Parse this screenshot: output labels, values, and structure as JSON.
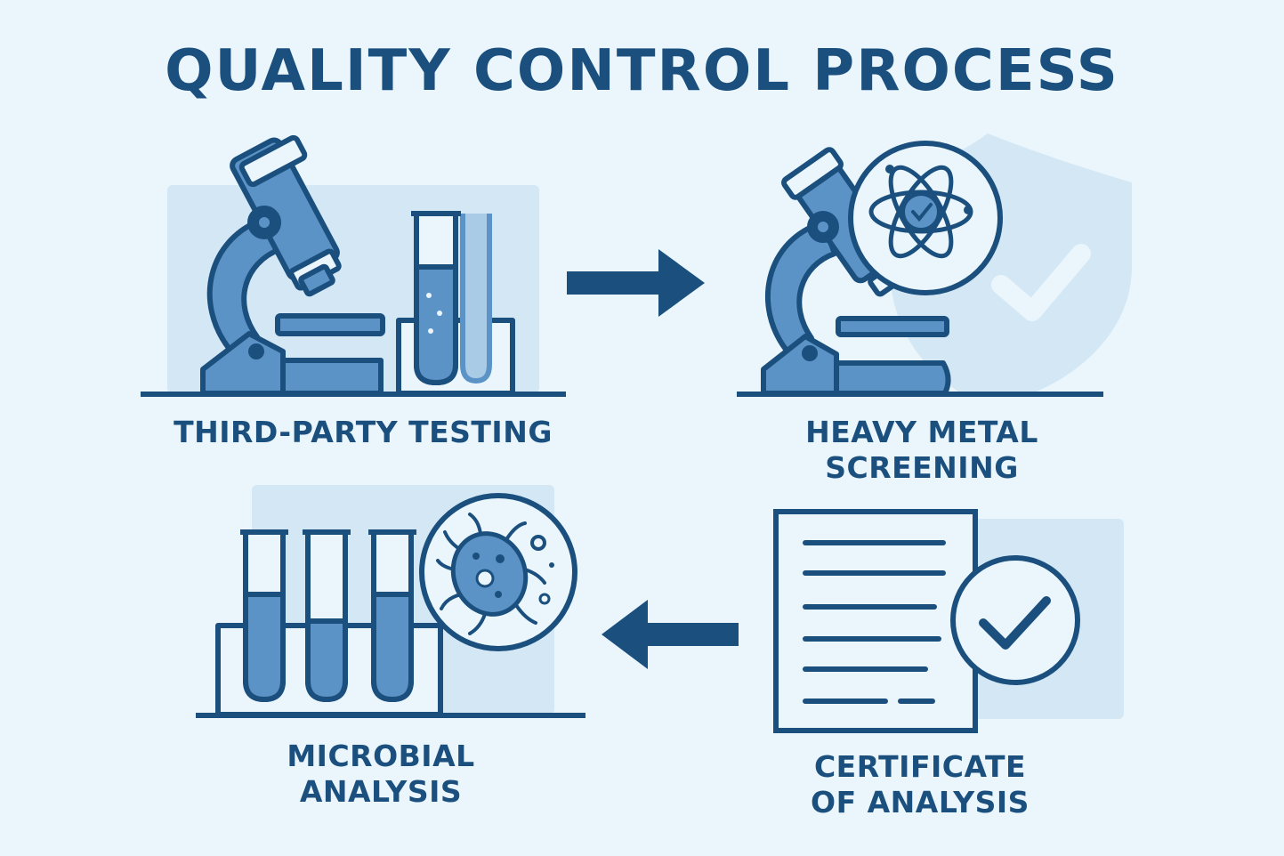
{
  "title": "QUALITY CONTROL PROCESS",
  "steps": [
    {
      "id": "third-party-testing",
      "label_lines": [
        "THIRD-PARTY TESTING"
      ]
    },
    {
      "id": "heavy-metal-screening",
      "label_lines": [
        "HEAVY METAL",
        "SCREENING"
      ]
    },
    {
      "id": "microbial-analysis",
      "label_lines": [
        "MICROBIAL",
        "ANALYSIS"
      ]
    },
    {
      "id": "certificate-of-analysis",
      "label_lines": [
        "CERTIFICATE",
        "OF ANALYSIS"
      ]
    }
  ],
  "colors": {
    "background": "#eaf6fc",
    "navy": "#1b4f7e",
    "mid_blue": "#5b93c7",
    "light_blue": "#a9cbe6",
    "panel": "#d4e7f5"
  },
  "icons": [
    "microscope-icon",
    "test-tube-icon",
    "atom-icon",
    "shield-check-icon",
    "bacteria-icon",
    "document-icon",
    "checkmark-icon",
    "arrow-right-icon",
    "arrow-left-icon"
  ]
}
